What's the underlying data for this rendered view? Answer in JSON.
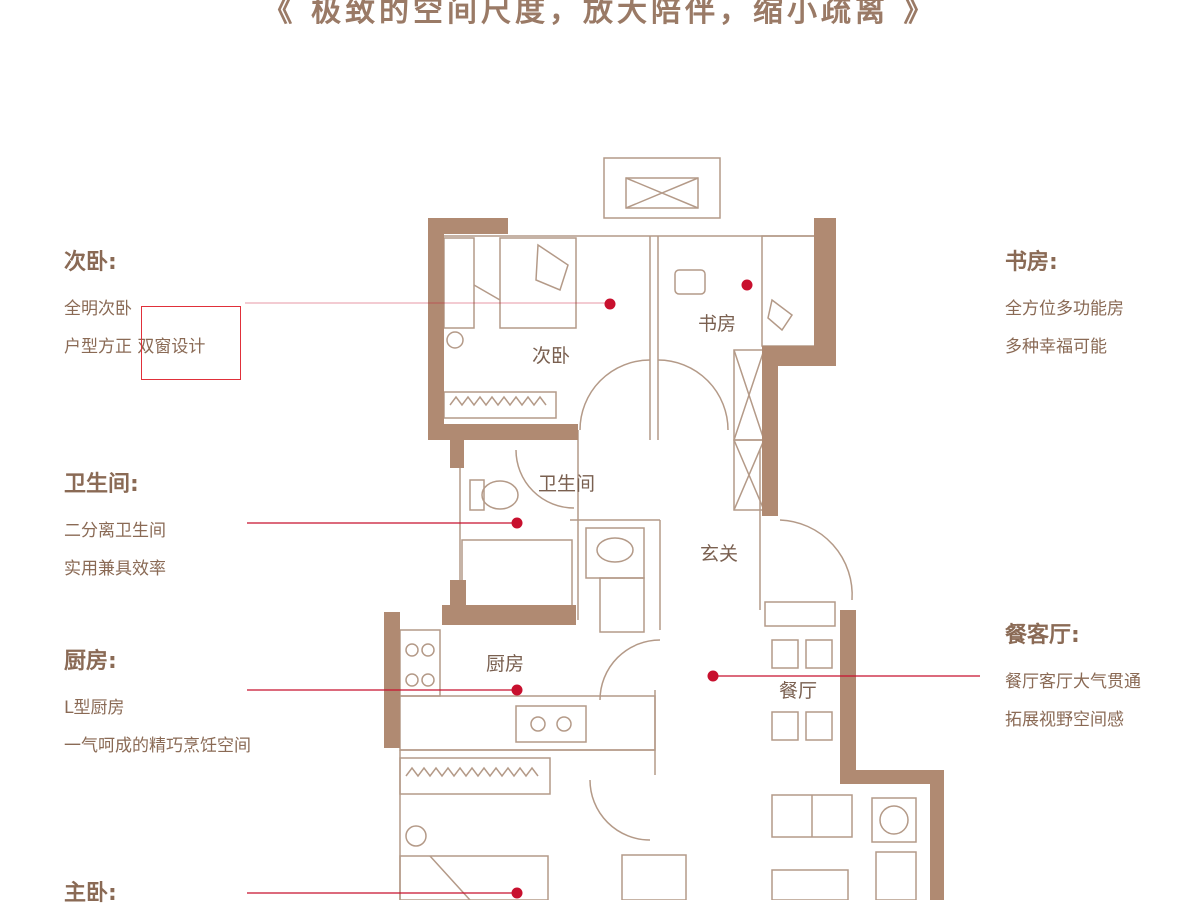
{
  "headline": "《 极致的空间尺度，放大陪伴，缩小疏离 》",
  "notes": {
    "ciwo": {
      "title": "次卧:",
      "lines": [
        "全明次卧",
        "户型方正 双窗设计"
      ]
    },
    "weishengjian": {
      "title": "卫生间:",
      "lines": [
        "二分离卫生间",
        "实用兼具效率"
      ]
    },
    "chufang": {
      "title": "厨房:",
      "lines": [
        "L型厨房",
        "一气呵成的精巧烹饪空间"
      ]
    },
    "zhuwo": {
      "title": "主卧:"
    },
    "shufang": {
      "title": "书房:",
      "lines": [
        "全方位多功能房",
        "多种幸福可能"
      ]
    },
    "canketing": {
      "title": "餐客厅:",
      "lines": [
        "餐厅客厅大气贯通",
        "拓展视野空间感"
      ]
    }
  },
  "rooms": {
    "ciwo": "次卧",
    "shufang": "书房",
    "weishengjian": "卫生间",
    "xuanguan": "玄关",
    "chufang": "厨房",
    "canting": "餐厅"
  },
  "colors": {
    "wall": "#b08a72",
    "line": "#b49a88",
    "marker": "#c8102e",
    "highlight": "#e0303a"
  }
}
